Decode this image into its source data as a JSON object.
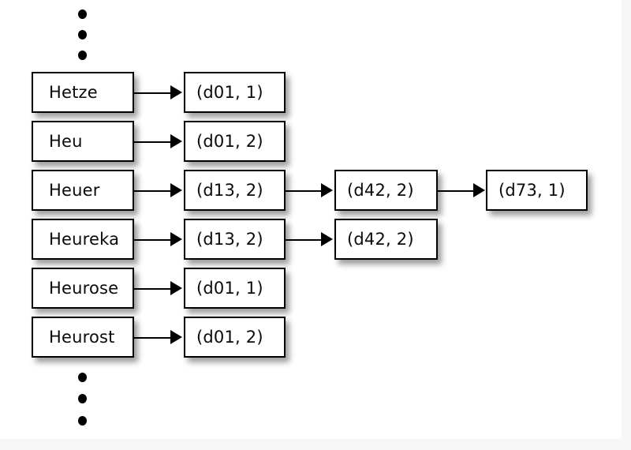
{
  "figure": {
    "type": "inverted-index-diagram",
    "background_color": "#ffffff",
    "gutter_color": "#f7f7f7",
    "node_border_color": "#000000",
    "node_fill_color": "#ffffff",
    "arrow_color": "#000000"
  },
  "ellipsis": {
    "top": [
      "dot",
      "dot",
      "dot"
    ],
    "bottom": [
      "dot",
      "dot",
      "dot"
    ]
  },
  "terms": [
    {
      "label": "Hetze"
    },
    {
      "label": "Heu"
    },
    {
      "label": "Heuer"
    },
    {
      "label": "Heureka"
    },
    {
      "label": "Heurose"
    },
    {
      "label": "Heurost"
    }
  ],
  "postings_col1": [
    {
      "label": "(d01, 1)"
    },
    {
      "label": "(d01, 2)"
    },
    {
      "label": "(d13, 2)"
    },
    {
      "label": "(d13, 2)"
    },
    {
      "label": "(d01, 1)"
    },
    {
      "label": "(d01, 2)"
    }
  ],
  "postings_col2": [
    {
      "label": "(d42, 2)"
    },
    {
      "label": "(d42, 2)"
    }
  ],
  "postings_col3": [
    {
      "label": "(d73, 1)"
    }
  ],
  "edges": [
    {
      "name": "edge-hetze-to-d01-1"
    },
    {
      "name": "edge-heu-to-d01-2"
    },
    {
      "name": "edge-heuer-to-d13-2"
    },
    {
      "name": "edge-heureka-to-d13-2"
    },
    {
      "name": "edge-heurose-to-d01-1"
    },
    {
      "name": "edge-heurost-to-d01-2"
    },
    {
      "name": "edge-d13a-to-d42a"
    },
    {
      "name": "edge-d13b-to-d42b"
    },
    {
      "name": "edge-d42a-to-d73"
    }
  ]
}
